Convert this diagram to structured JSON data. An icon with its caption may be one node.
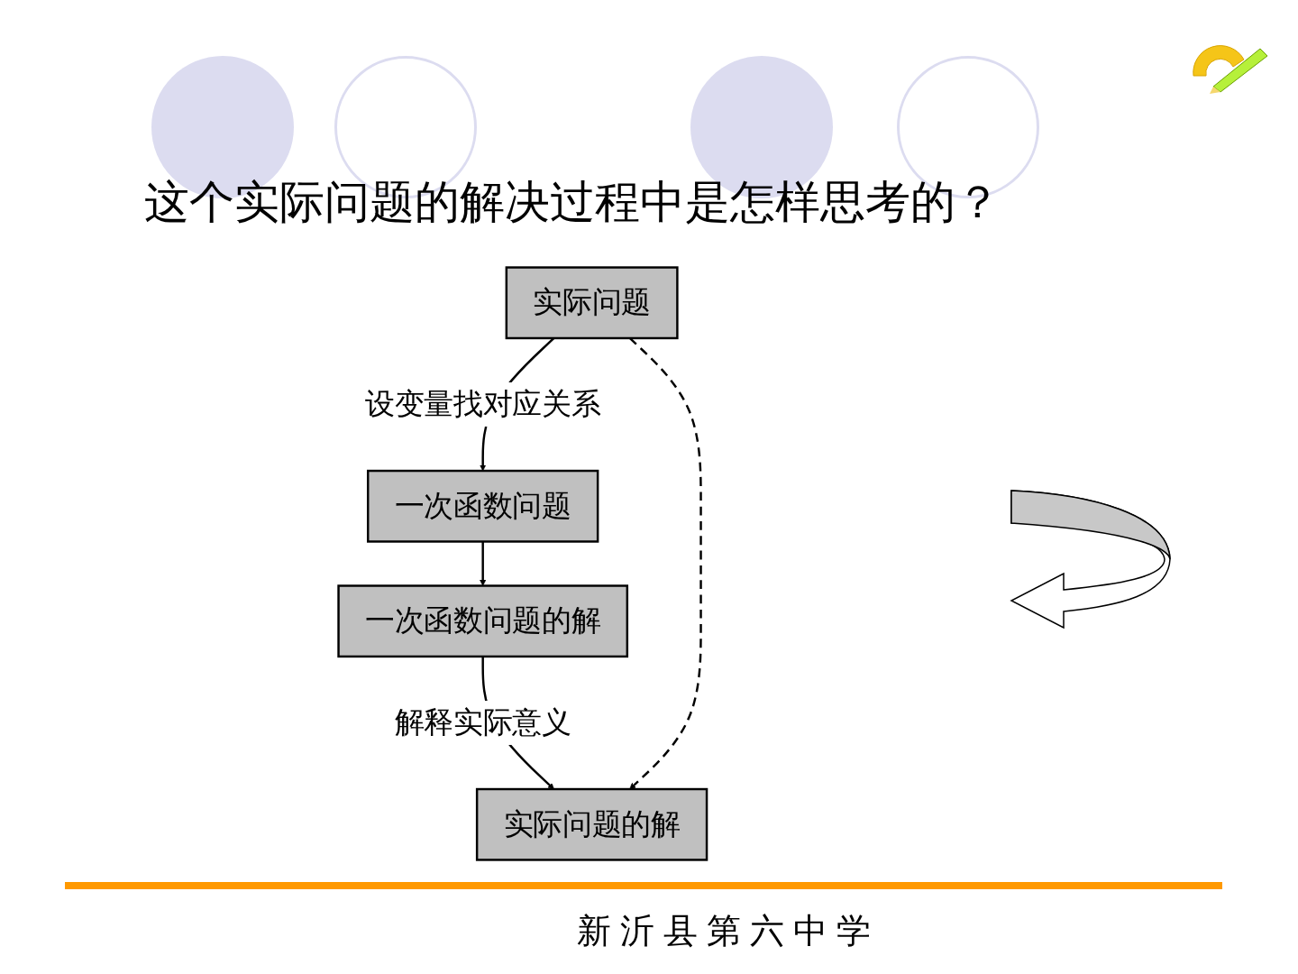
{
  "diagram": {
    "title": "这个实际问题的解决过程中是怎样思考的？",
    "nodes": [
      {
        "text": [
          "实际问题"
        ]
      },
      {
        "text": [
          "一次函数问题"
        ]
      },
      {
        "text": [
          "一次函数问题的解"
        ]
      },
      {
        "text": [
          "实际问题的解"
        ]
      }
    ],
    "edges": [
      {
        "from": 0,
        "to": 1,
        "arrow": "to",
        "label": "设变量找对应关系"
      },
      {
        "from": 1,
        "to": 2,
        "arrow": "to"
      },
      {
        "from": 2,
        "to": 3,
        "arrow": "to",
        "label": "解释实际意义"
      },
      {
        "from": 0,
        "to": 3,
        "arrow": "to",
        "style": "dashed"
      }
    ],
    "labels": [
      "新沂县第六中学"
    ]
  }
}
